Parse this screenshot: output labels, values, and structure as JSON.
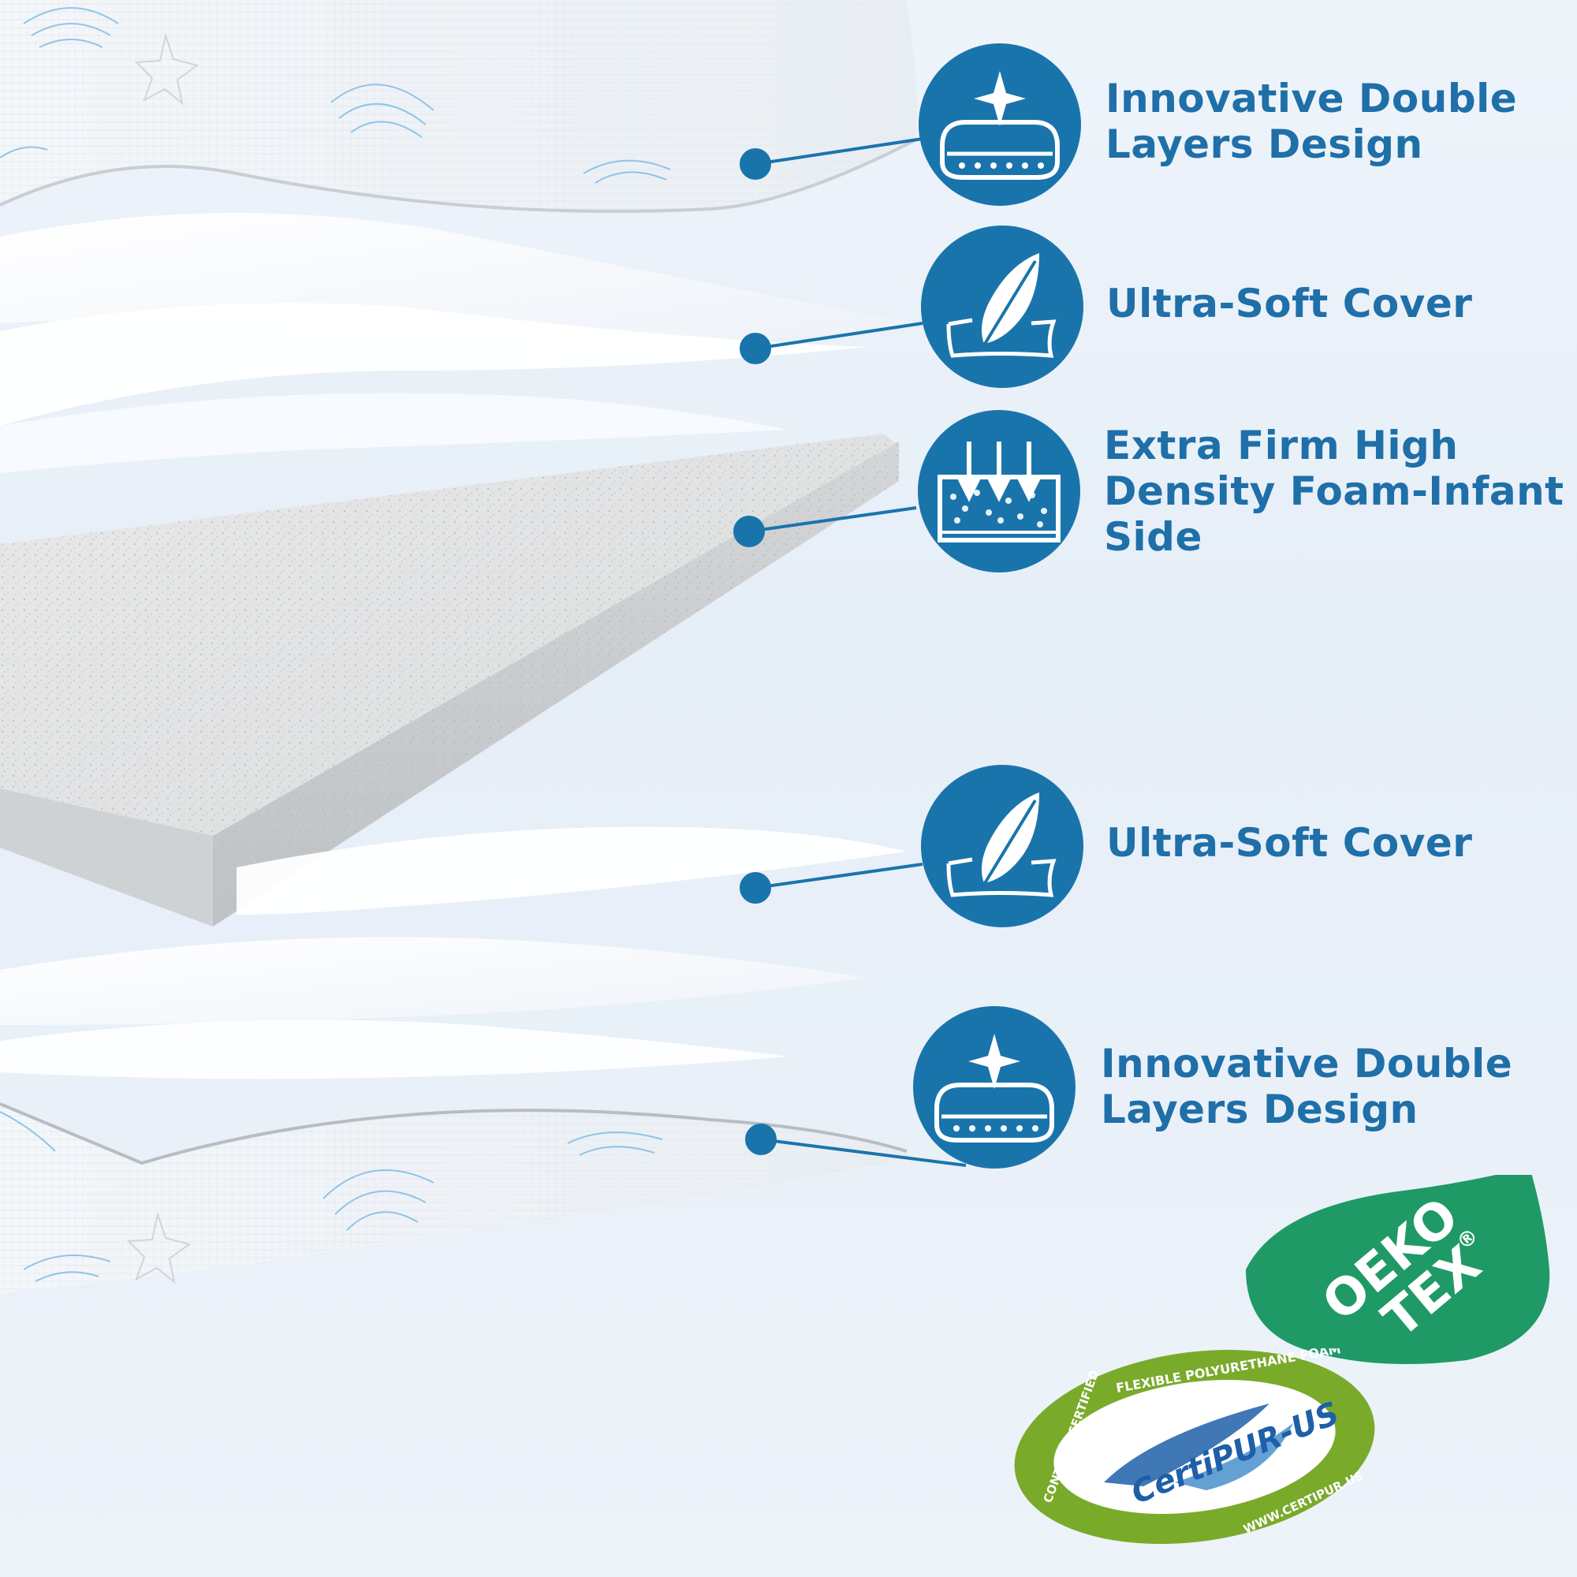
{
  "colors": {
    "badge": "#1a74ac",
    "label": "#1f6fa8",
    "oeko": "#1f9a66",
    "certipur_ring": "#7aaa2a",
    "certipur_inner": "#1f5fa8"
  },
  "features": [
    {
      "label": "Innovative Double Layers Design",
      "icon": "pillow-sparkle-icon"
    },
    {
      "label": "Ultra-Soft Cover",
      "icon": "feather-icon"
    },
    {
      "label": "Extra Firm High Density Foam-Infant Side",
      "icon": "foam-press-icon"
    },
    {
      "label": "Ultra-Soft Cover",
      "icon": "feather-icon"
    },
    {
      "label": "Innovative Double Layers Design",
      "icon": "pillow-sparkle-icon"
    }
  ],
  "labels_lines": [
    [
      "Innovative Double",
      "Layers Design"
    ],
    [
      "Ultra-Soft Cover"
    ],
    [
      "Extra Firm High",
      "Density Foam-Infant",
      "Side"
    ],
    [
      "Ultra-Soft Cover"
    ],
    [
      "Innovative Double",
      "Layers Design"
    ]
  ],
  "certifications": {
    "oeko": {
      "line1": "OEKO",
      "line2": "TEX",
      "mark": "®"
    },
    "certipur": {
      "brand": "CertiPUR-US",
      "ring_top": "FLEXIBLE POLYURETHANE FOAM",
      "ring_left": "CONTAINS CERTIFIED",
      "ring_bottom": "WWW.CERTIPUR.US"
    }
  }
}
